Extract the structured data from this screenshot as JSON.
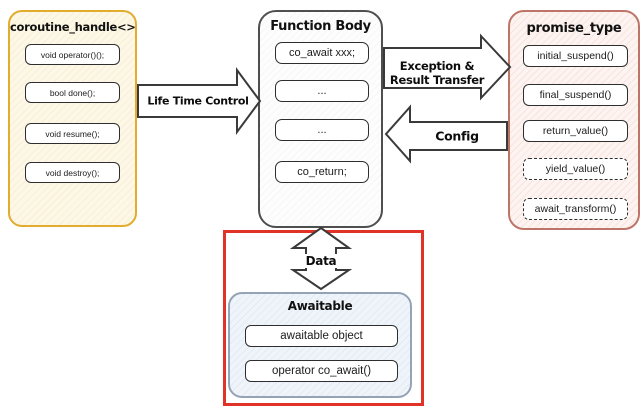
{
  "boxes": {
    "coroutine_handle": {
      "title": "coroutine_handle<>",
      "items": [
        "void operator()();",
        "bool done();",
        "void resume();",
        "void destroy();"
      ]
    },
    "function_body": {
      "title": "Function Body",
      "items": [
        "co_await xxx;",
        "...",
        "...",
        "co_return;"
      ]
    },
    "promise_type": {
      "title": "promise_type",
      "items": [
        {
          "label": "initial_suspend()",
          "style": "solid"
        },
        {
          "label": "final_suspend()",
          "style": "solid"
        },
        {
          "label": "return_value()",
          "style": "solid"
        },
        {
          "label": "yield_value()",
          "style": "dashed"
        },
        {
          "label": "await_transform()",
          "style": "dashed"
        }
      ]
    },
    "awaitable": {
      "title": "Awaitable",
      "items": [
        "awaitable object",
        "operator co_await()"
      ]
    }
  },
  "arrows": {
    "life_time": {
      "label": "Life Time Control",
      "direction": "right",
      "from": "coroutine_handle",
      "to": "function_body"
    },
    "exception_result": {
      "label_line1": "Exception &",
      "label_line2": "Result Transfer",
      "direction": "right",
      "from": "function_body",
      "to": "promise_type"
    },
    "config": {
      "label": "Config",
      "direction": "left",
      "from": "promise_type",
      "to": "function_body"
    },
    "data": {
      "label": "Data",
      "direction": "both-vertical",
      "from": "function_body",
      "to": "awaitable"
    }
  },
  "colors": {
    "coroutine_handle_border": "#e2ac2e",
    "function_body_border": "#4f4f4f",
    "promise_type_border": "#bd7568",
    "awaitable_border": "#95a3b6",
    "highlight_red": "#e03227",
    "arrow_outline": "#3a3a3a"
  }
}
